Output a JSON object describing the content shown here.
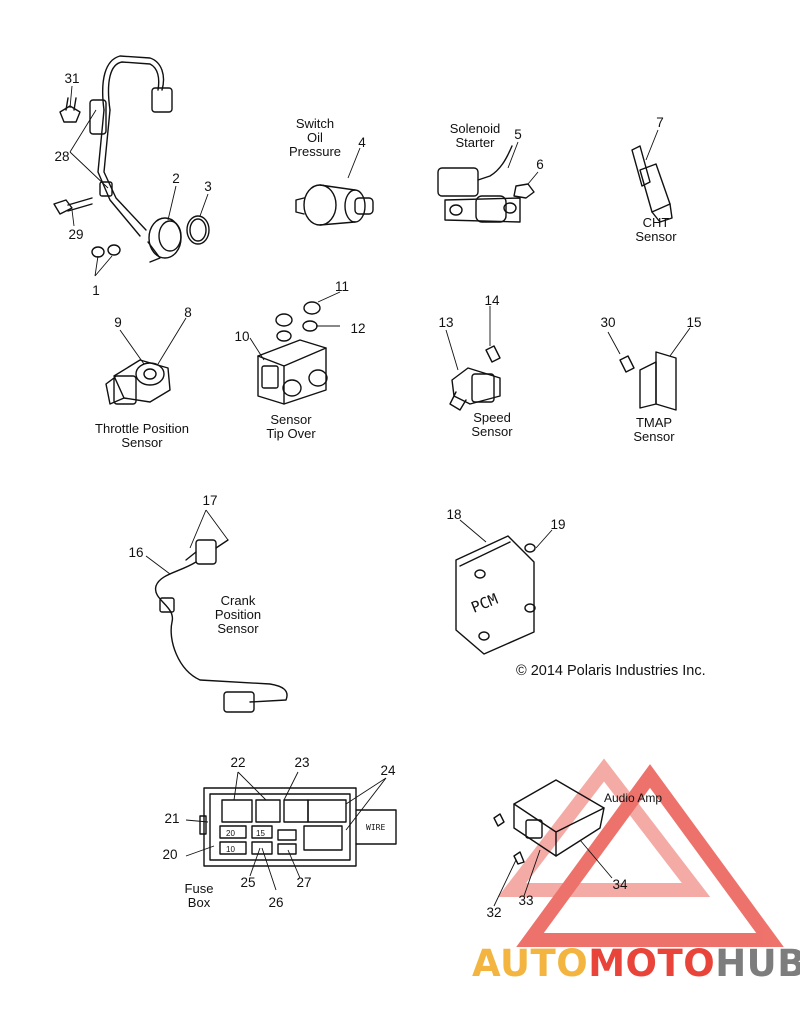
{
  "callouts": [
    "1",
    "2",
    "3",
    "4",
    "5",
    "6",
    "7",
    "8",
    "9",
    "10",
    "11",
    "12",
    "13",
    "14",
    "15",
    "16",
    "17",
    "18",
    "19",
    "20",
    "21",
    "22",
    "23",
    "24",
    "25",
    "26",
    "27",
    "28",
    "29",
    "30",
    "31",
    "32",
    "33",
    "34"
  ],
  "labels": {
    "switch_oil_pressure": [
      "Switch",
      "Oil",
      "Pressure"
    ],
    "solenoid_starter": [
      "Solenoid",
      "Starter"
    ],
    "cht_sensor": [
      "CHT",
      "Sensor"
    ],
    "throttle_position_sensor": [
      "Throttle Position",
      "Sensor"
    ],
    "sensor_tip_over": [
      "Sensor",
      "Tip Over"
    ],
    "speed_sensor": [
      "Speed",
      "Sensor"
    ],
    "tmap_sensor": [
      "TMAP",
      "Sensor"
    ],
    "crank_position_sensor": [
      "Crank",
      "Position",
      "Sensor"
    ],
    "fuse_box": [
      "Fuse",
      "Box"
    ],
    "audio_amp": "Audio Amp"
  },
  "part_markings": {
    "pcm": "PCM",
    "fuse_20": "20",
    "fuse_15": "15",
    "fuse_10": "10",
    "wire_tag": "WIRE"
  },
  "copyright": "© 2014 Polaris Industries Inc.",
  "watermark": {
    "part1": "AUTO",
    "part2": "MOTO",
    "part3": "HUB",
    "colors": {
      "auto": "#f3b53f",
      "moto": "#e8443a",
      "hub": "#7d7d7d",
      "triangle": "#e8443a"
    }
  }
}
